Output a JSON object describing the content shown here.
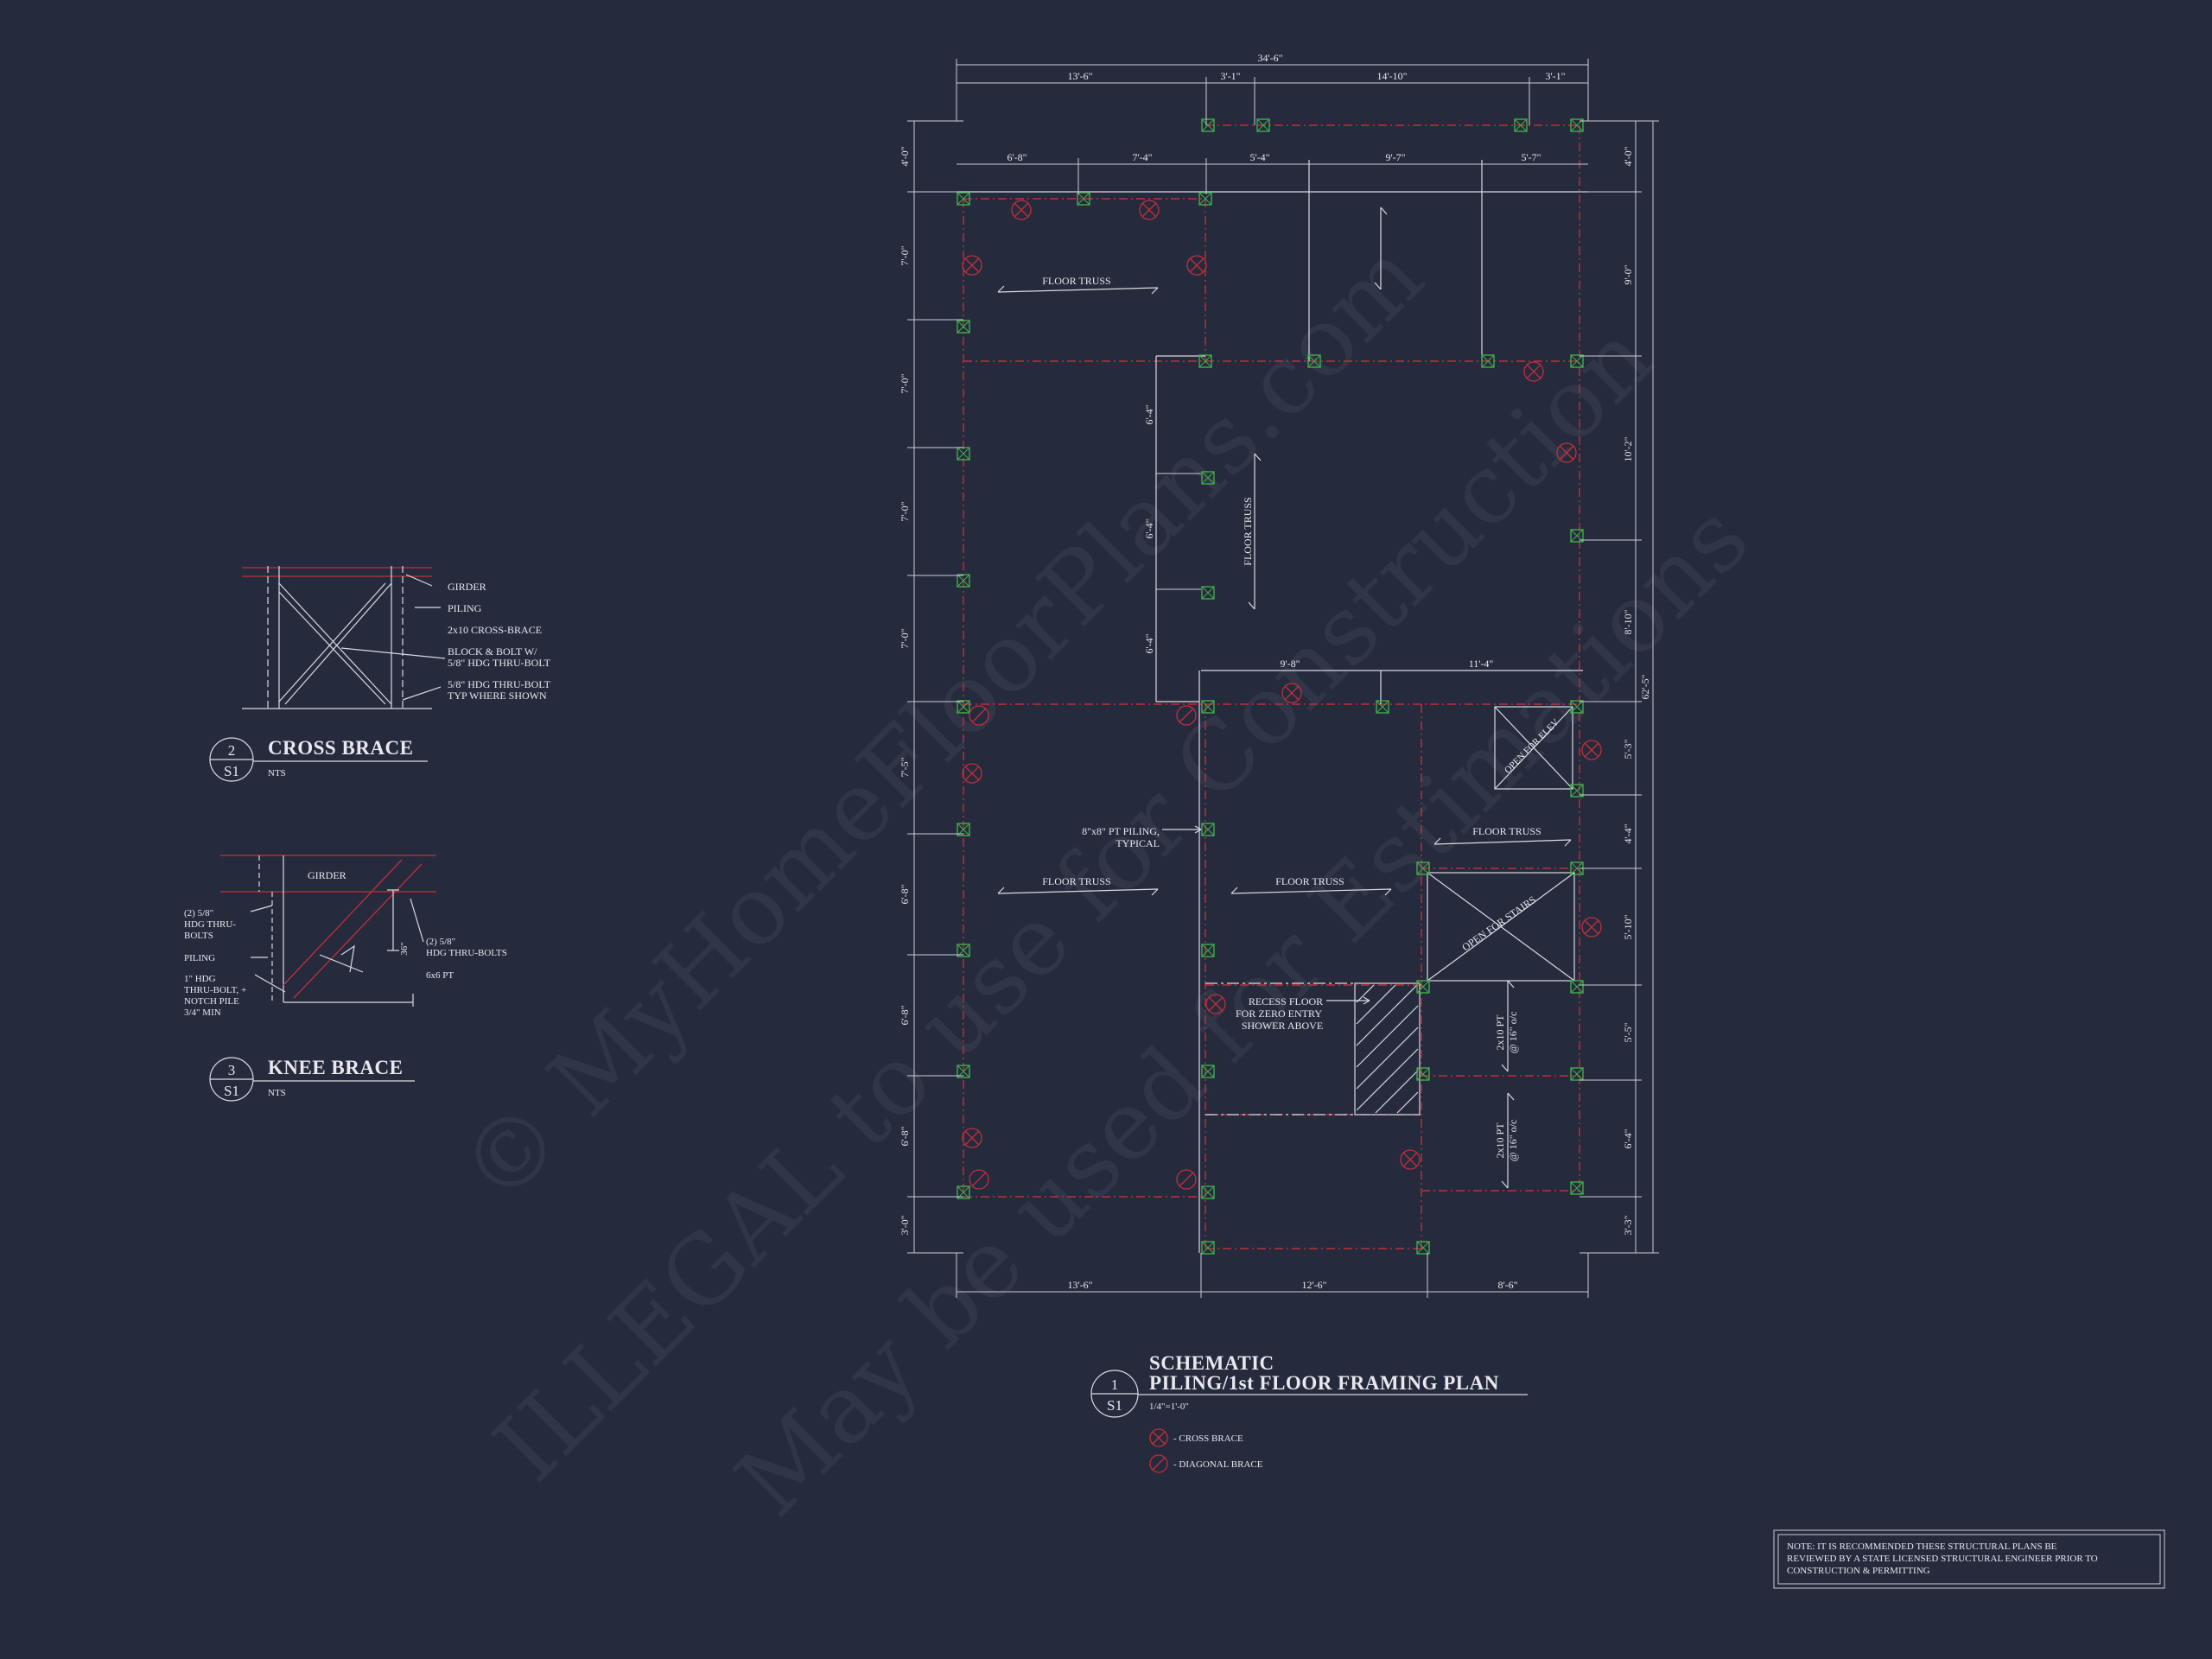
{
  "watermark": {
    "line1": "© MyHomeFloorPlans.com",
    "line2": "ILLEGAL to use for Construction",
    "line3": "May be used for Estimations"
  },
  "dimensions": {
    "top_overall": "34'-6\"",
    "top_row1": [
      "13'-6\"",
      "3'-1\"",
      "14'-10\"",
      "3'-1\""
    ],
    "top_row2": [
      "6'-8\"",
      "7'-4\"",
      "5'-4\"",
      "9'-7\"",
      "5'-7\""
    ],
    "left": [
      "4'-0\"",
      "7'-0\"",
      "7'-0\"",
      "7'-0\"",
      "7'-0\"",
      "7'-5\"",
      "6'-8\"",
      "6'-8\"",
      "6'-8\"",
      "3'-0\""
    ],
    "right": [
      "4'-0\"",
      "9'-0\"",
      "10'-2\"",
      "8'-10\"",
      "5'-3\"",
      "4'-4\"",
      "5'-10\"",
      "5'-5\"",
      "6'-4\"",
      "3'-3\""
    ],
    "right_overall": "62'-5\"",
    "bottom": [
      "13'-6\"",
      "12'-6\"",
      "8'-6\""
    ],
    "mid_vertical": [
      "6'-4\"",
      "6'-4\"",
      "6'-4\""
    ],
    "mid_horizontal": [
      "9'-8\"",
      "11'-4\""
    ]
  },
  "plan_labels": {
    "floor_truss": "FLOOR TRUSS",
    "piling_note_l1": "8\"x8\" PT PILING,",
    "piling_note_l2": "TYPICAL",
    "open_elev": "OPEN FOR ELEV",
    "open_stairs": "OPEN FOR STAIRS",
    "recess_l1": "RECESS FLOOR",
    "recess_l2": "FOR ZERO ENTRY",
    "recess_l3": "SHOWER ABOVE",
    "pt1_l1": "2x10 PT",
    "pt1_l2": "@ 16\" o/c",
    "pt2_l1": "2x10 PT",
    "pt2_l2": "@ 16\" o/c"
  },
  "cross_brace": {
    "labels": [
      "GIRDER",
      "PILING",
      "2x10 CROSS-BRACE",
      "BLOCK & BOLT W/",
      "5/8\" HDG THRU-BOLT",
      "5/8\" HDG THRU-BOLT",
      "TYP WHERE SHOWN"
    ],
    "num": "2",
    "sheet": "S1",
    "title": "CROSS BRACE",
    "scale": "NTS"
  },
  "knee_brace": {
    "girder": "GIRDER",
    "left_labels": [
      "(2) 5/8\"",
      "HDG THRU-",
      "BOLTS",
      "PILING",
      "1\" HDG",
      "THRU-BOLT, +",
      "NOTCH PILE",
      "3/4\" MIN"
    ],
    "right_labels": [
      "(2) 5/8\"",
      "HDG THRU-BOLTS",
      "6x6 PT"
    ],
    "dim": "36\"",
    "num": "3",
    "sheet": "S1",
    "title": "KNEE BRACE",
    "scale": "NTS"
  },
  "main_title": {
    "num": "1",
    "sheet": "S1",
    "line1": "SCHEMATIC",
    "line2": "PILING/1st FLOOR FRAMING PLAN",
    "scale": "1/4\"=1'-0\""
  },
  "legend": {
    "cross": "- CROSS BRACE",
    "diagonal": "- DIAGONAL BRACE"
  },
  "note": {
    "l1": "NOTE: IT IS RECOMMENDED THESE STRUCTURAL PLANS BE",
    "l2": "REVIEWED BY A STATE LICENSED STRUCTURAL ENGINEER PRIOR TO",
    "l3": "CONSTRUCTION & PERMITTING"
  },
  "colors": {
    "background": "#252a3d",
    "linework": "#d9dbe3",
    "beams": "#c0303a",
    "piles": "#3fae4a"
  }
}
